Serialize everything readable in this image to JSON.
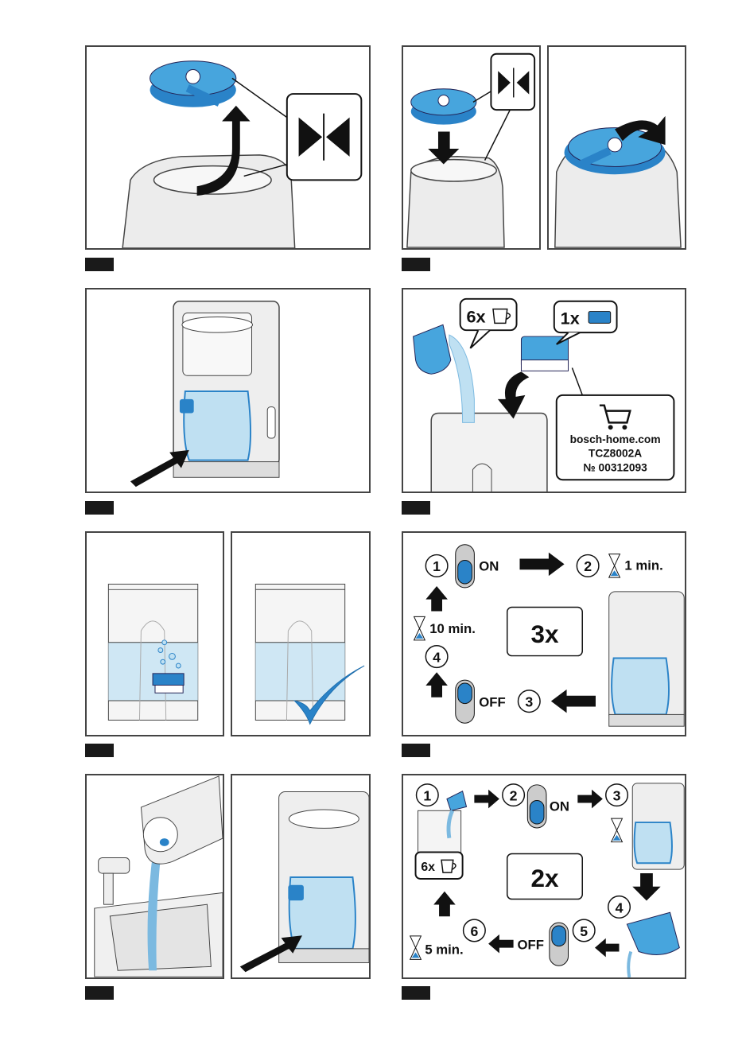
{
  "panel2": {
    "icon": "separation-icon"
  },
  "panel4": {
    "cups_label": "6x",
    "tablet_label": "1x",
    "website": "bosch-home.com",
    "model": "TCZ8002A",
    "part_number": "№ 00312093"
  },
  "panel6": {
    "step1": "1",
    "on": "ON",
    "step2": "2",
    "time1": "1 min.",
    "step4": "4",
    "time2": "10 min.",
    "repeat": "3x",
    "step3": "3",
    "off": "OFF"
  },
  "panel8": {
    "step1": "1",
    "cups": "6x",
    "step2": "2",
    "on": "ON",
    "step3": "3",
    "repeat": "2x",
    "step4": "4",
    "step5": "5",
    "off": "OFF",
    "step6": "6",
    "time": "5 min."
  },
  "colors": {
    "accent": "#3f9bd6",
    "dark_accent": "#1f6fae",
    "water": "#bfe0f2",
    "outline": "#444444"
  }
}
